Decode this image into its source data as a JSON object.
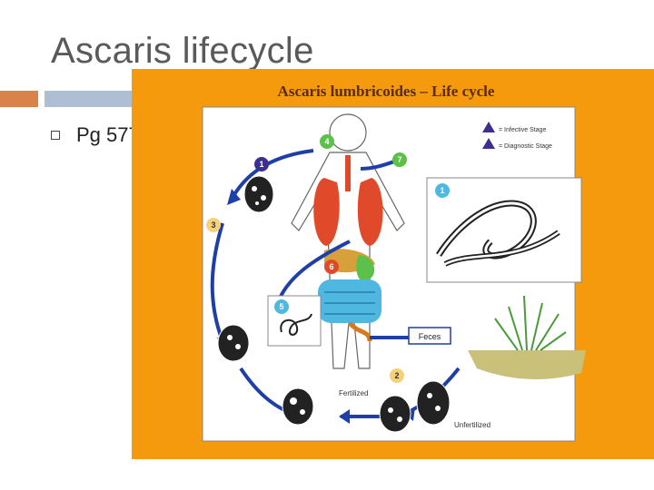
{
  "slide": {
    "title": "Ascaris lifecycle",
    "bullets": [
      "Pg 577"
    ]
  },
  "figure": {
    "heading": "Ascaris lumbricoides – Life cycle",
    "legend": {
      "infective": "= Infective Stage",
      "diagnostic": "= Diagnostic Stage"
    },
    "step_numbers": [
      "1",
      "2",
      "3",
      "4",
      "5",
      "6",
      "7"
    ],
    "labels": {
      "feces": "Feces",
      "fertilized": "Fertilized",
      "unfertilized": "Unfertilized"
    },
    "colors": {
      "background": "#f59a0c",
      "panel": "#ffffff",
      "arrow": "#1f3fa8",
      "stage_infective": "#3b2f8f",
      "lungs": "#e04a2a",
      "intestine": "#4fb8e0"
    }
  }
}
